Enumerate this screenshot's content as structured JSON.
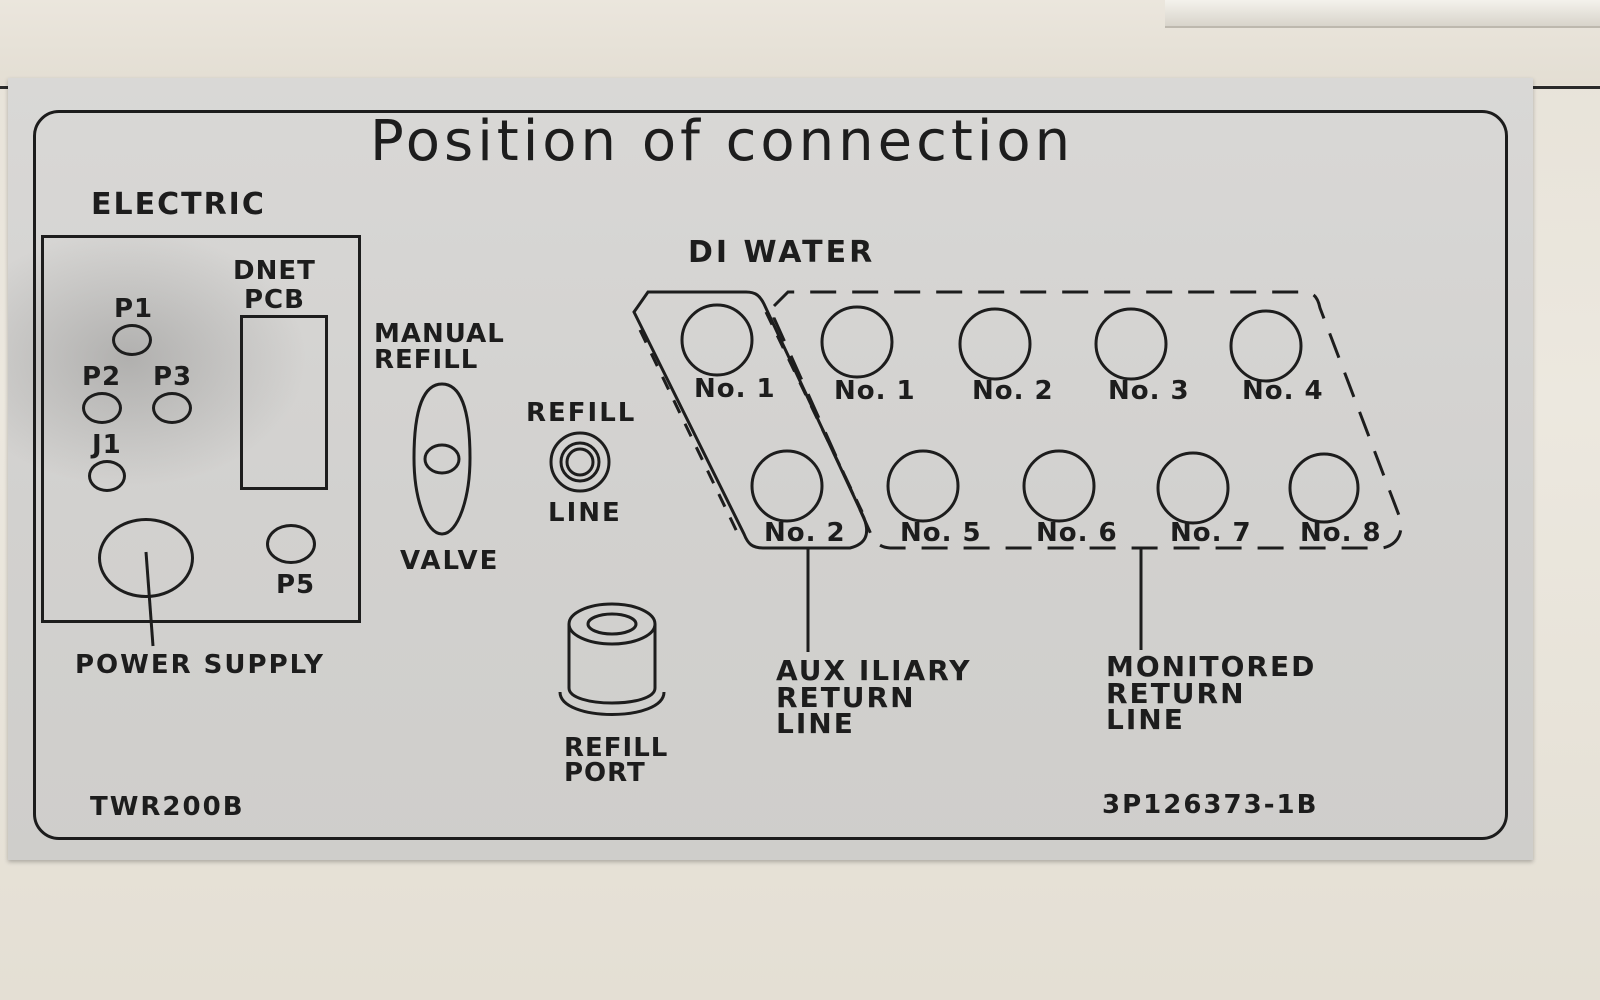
{
  "title": "Position of connection",
  "electric": {
    "heading": "ELECTRIC",
    "dnet_line1": "DNET",
    "dnet_line2": "PCB",
    "p1": "P1",
    "p2": "P2",
    "p3": "P3",
    "j1": "J1",
    "p5": "P5",
    "power_supply": "POWER SUPPLY"
  },
  "manual_refill": {
    "line1": "MANUAL",
    "line2": "REFILL",
    "valve": "VALVE"
  },
  "refill_line": {
    "top": "REFILL",
    "bottom": "LINE"
  },
  "refill_port": {
    "line1": "REFILL",
    "line2": "PORT"
  },
  "di_water": {
    "heading": "DI WATER",
    "aux_ports": [
      "No. 1",
      "No. 2"
    ],
    "monitored_ports": [
      "No. 1",
      "No. 2",
      "No. 3",
      "No. 4",
      "No. 5",
      "No. 6",
      "No. 7",
      "No. 8"
    ]
  },
  "aux_return": {
    "line1": "AUX ILIARY",
    "line2": "RETURN",
    "line3": "LINE"
  },
  "monitored_return": {
    "line1": "MONITORED",
    "line2": "RETURN",
    "line3": "LINE"
  },
  "footer": {
    "model": "TWR200B",
    "part_no": "3P126373-1B"
  }
}
